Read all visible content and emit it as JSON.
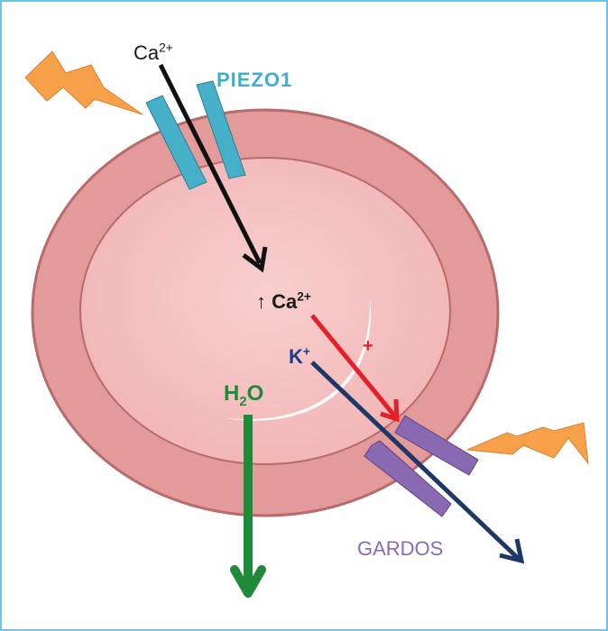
{
  "colors": {
    "frame": "#6ec3e6",
    "membrane_outer": "#e39a9a",
    "membrane_inner": "#f4c2c2",
    "membrane_edge": "#b96a6a",
    "piezo1": "#45b0c8",
    "gardos": "#8a69b3",
    "lightning": "#f6a04a",
    "arrow_ca": "#111111",
    "arrow_activation": "#e5202a",
    "arrow_k": "#1d3768",
    "arrow_h2o": "#1f8a3a"
  },
  "labels": {
    "ca_outside": {
      "base": "Ca",
      "sup": "2+"
    },
    "piezo1": "PIEZO1",
    "ca_inside": {
      "prefix": "↑",
      "base": "Ca",
      "sup": "2+"
    },
    "k": {
      "base": "K",
      "sup": "+"
    },
    "plus": "+",
    "h2o": {
      "h": "H",
      "sub": "2",
      "o": "O"
    },
    "gardos": "GARDOS"
  },
  "icons": {
    "stimulus": "lightning-bolt-icon"
  }
}
